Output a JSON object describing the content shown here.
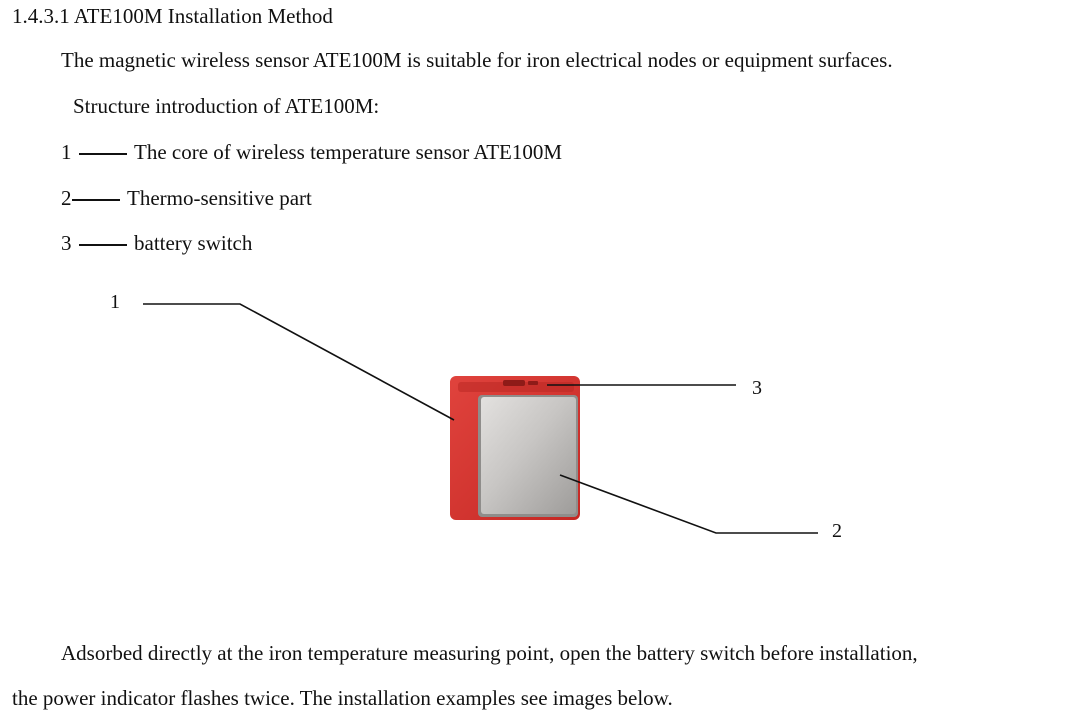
{
  "heading": "1.4.3.1 ATE100M Installation Method",
  "intro": "The magnetic wireless sensor ATE100M is suitable for iron electrical nodes or equipment surfaces.",
  "structure_title": "Structure introduction of ATE100M:",
  "legend": [
    {
      "num": "1",
      "text": "The core of wireless temperature sensor ATE100M"
    },
    {
      "num": "2",
      "text": "Thermo-sensitive part"
    },
    {
      "num": "3",
      "text": "battery switch"
    }
  ],
  "figure": {
    "callouts": [
      "1",
      "3",
      "2"
    ],
    "colors": {
      "housing": "#d8322f",
      "plate": "#c9c7c5",
      "line": "#111111"
    }
  },
  "paragraph": {
    "line1": "Adsorbed directly at the iron temperature measuring point, open the battery switch before installation,",
    "line2": "the power indicator flashes twice. The installation examples see images below."
  }
}
